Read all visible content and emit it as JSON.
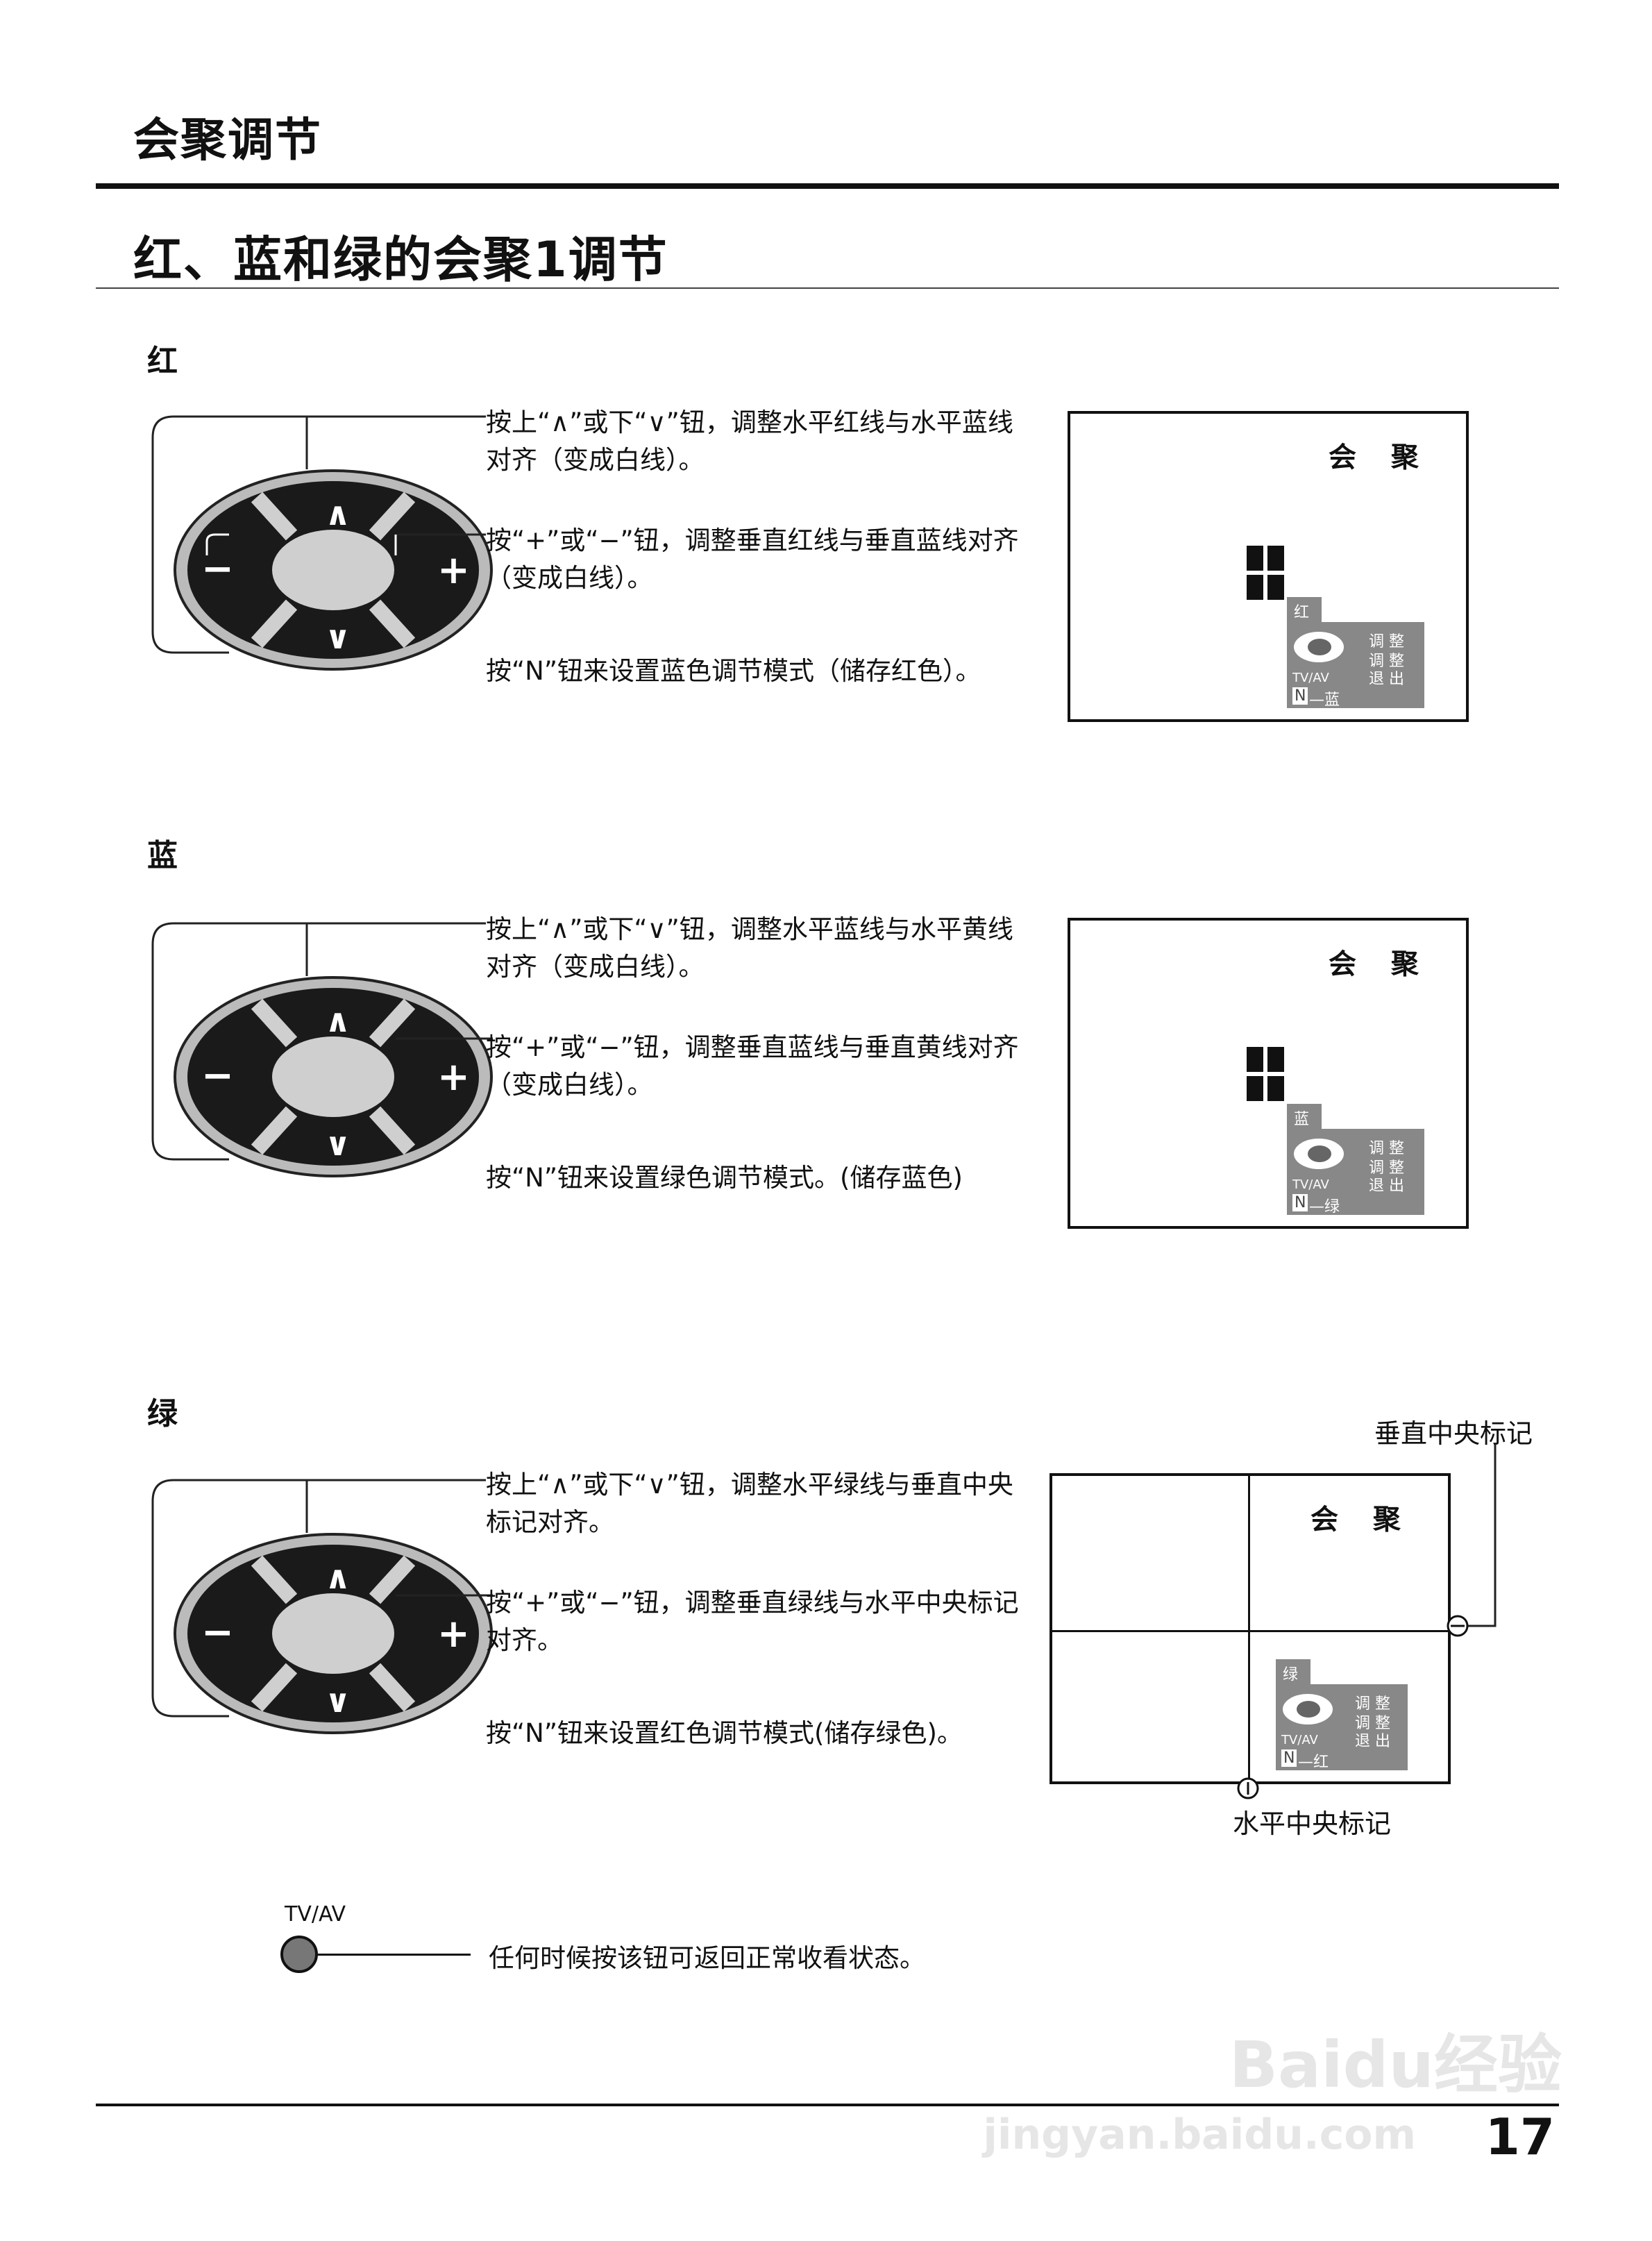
{
  "page": {
    "title": "会聚调节",
    "subtitle": "红、蓝和绿的会聚1调节",
    "page_number": "17"
  },
  "remote_labels": {
    "up": "∧",
    "down": "∨",
    "plus": "+",
    "minus": "−"
  },
  "sections": [
    {
      "label": "红",
      "instr1": "按上“∧”或下“∨”钮，调整水平红线与水平蓝线对齐（变成白线）。",
      "instr2": "按“+”或“−”钮，调整垂直红线与垂直蓝线对齐（变成白线）。",
      "instr3": "按“N”钮来设置蓝色调节模式（储存红色）。",
      "screen": {
        "title": "会 聚",
        "menu_label": "红",
        "menu_adj1": "调 整",
        "menu_adj2": "调 整",
        "menu_exit": "退 出",
        "tvav": "TV/AV",
        "n": "N",
        "next": "—蓝"
      }
    },
    {
      "label": "蓝",
      "instr1": "按上“∧”或下“∨”钮，调整水平蓝线与水平黄线对齐（变成白线）。",
      "instr2": "按“+”或“−”钮，调整垂直蓝线与垂直黄线对齐（变成白线）。",
      "instr3": "按“N”钮来设置绿色调节模式。(储存蓝色)",
      "screen": {
        "title": "会 聚",
        "menu_label": "蓝",
        "menu_adj1": "调 整",
        "menu_adj2": "调 整",
        "menu_exit": "退 出",
        "tvav": "TV/AV",
        "n": "N",
        "next": "—绿"
      }
    },
    {
      "label": "绿",
      "instr1": "按上“∧”或下“∨”钮，调整水平绿线与垂直中央标记对齐。",
      "instr2": "按“+”或“−”钮，调整垂直绿线与水平中央标记对齐。",
      "instr3": "按“N”钮来设置红色调节模式(储存绿色)。",
      "screen": {
        "title": "会 聚",
        "menu_label": "绿",
        "menu_adj1": "调 整",
        "menu_adj2": "调 整",
        "menu_exit": "退 出",
        "tvav": "TV/AV",
        "n": "N",
        "next": "—红"
      },
      "marker_vertical": "垂直中央标记",
      "marker_horizontal": "水平中央标记"
    }
  ],
  "tvav_note": {
    "button_label": "TV/AV",
    "text": "任何时候按该钮可返回正常收看状态。"
  },
  "watermark": {
    "brand": "Baidu经验",
    "url": "jingyan.baidu.com"
  },
  "colors": {
    "menu_gray": "#888888",
    "remote_dark": "#1a1a1a",
    "remote_light": "#cfcfcf",
    "tvav_button": "#777777"
  }
}
